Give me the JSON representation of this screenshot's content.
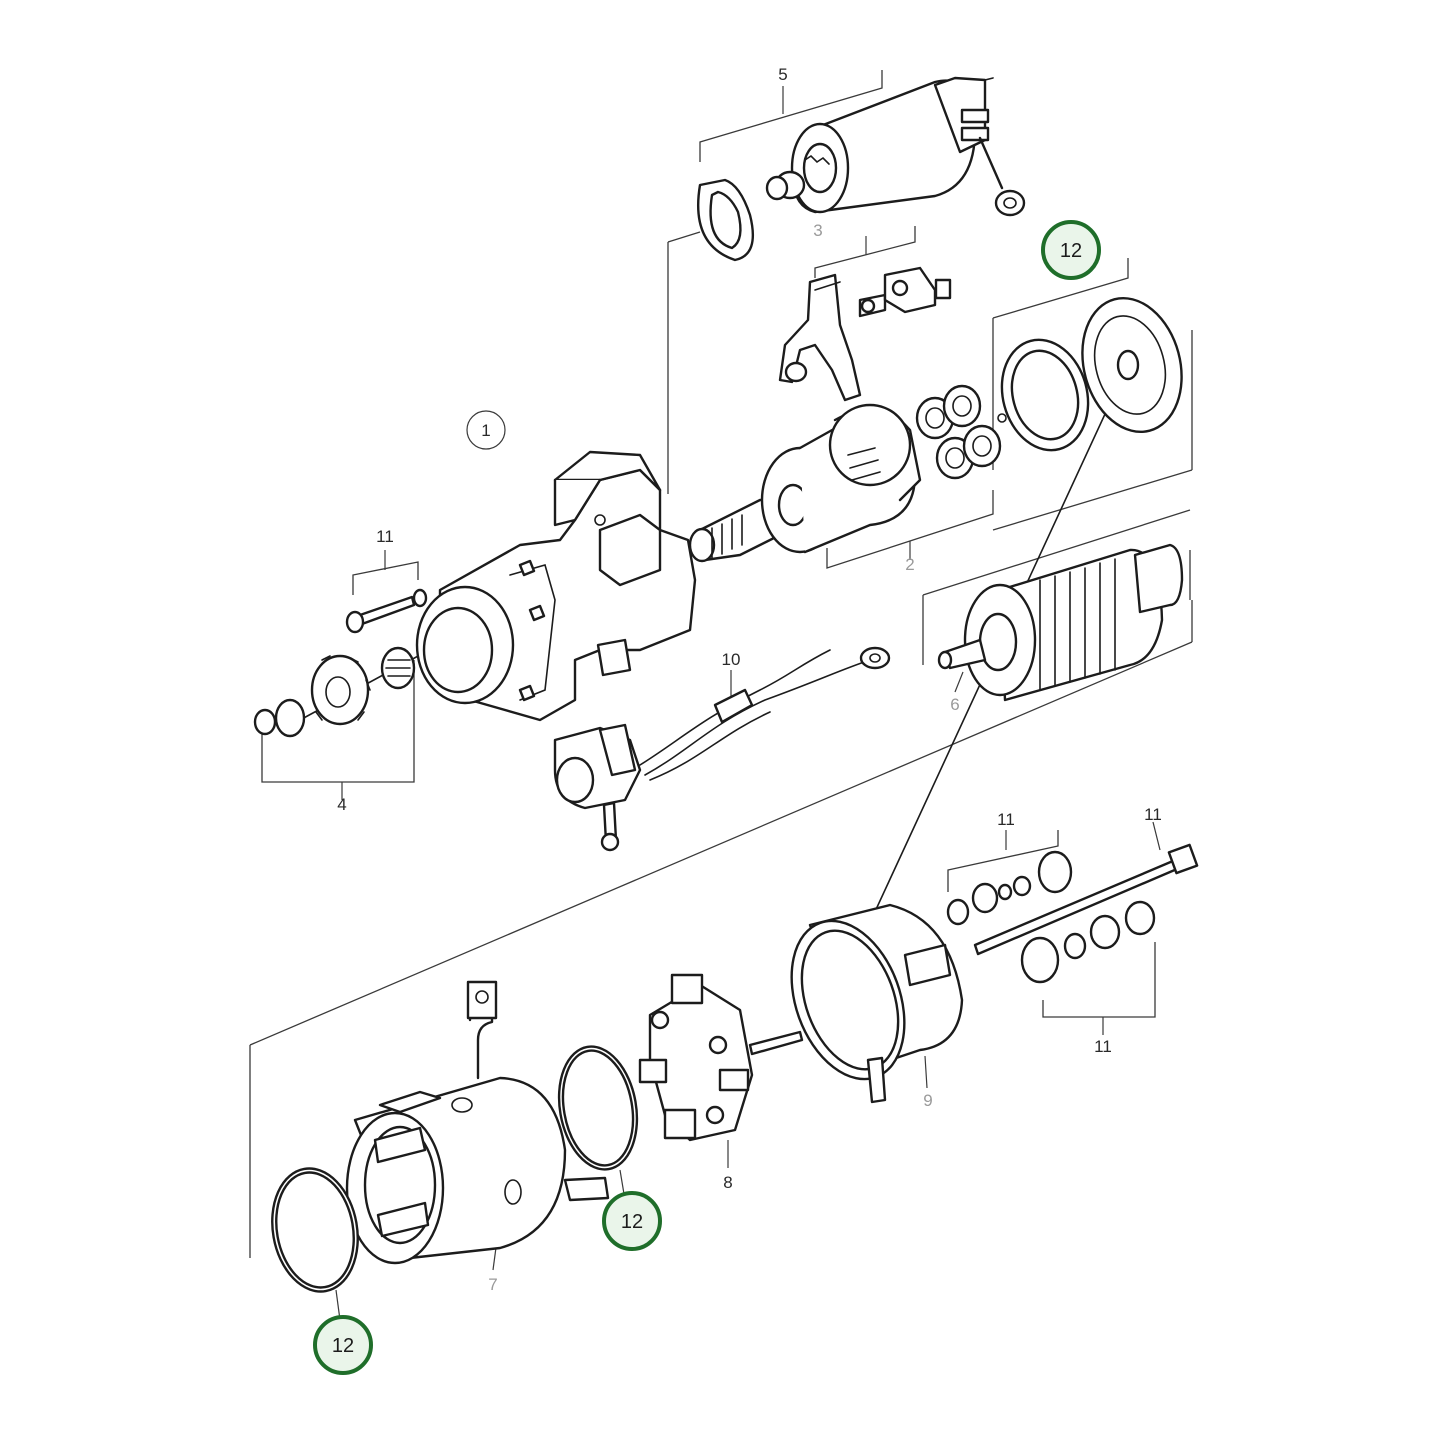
{
  "diagram": {
    "callouts": {
      "assembly": "1",
      "drive_shaft": "2",
      "lever": "3",
      "pinion_kit": "4",
      "solenoid": "5",
      "armature": "6",
      "field_frame": "7",
      "brush_holder": "8",
      "end_cover": "9",
      "wiring": "10",
      "fasteners_a": "11",
      "fasteners_b": "11",
      "fasteners_c": "11",
      "fasteners_d": "11"
    },
    "highlighted": {
      "top": "12",
      "middle": "12",
      "bottom": "12"
    },
    "colors": {
      "highlight_ring": "#1f6e2a",
      "highlight_fill": "#eaf5ea",
      "line": "#1c1c1c"
    }
  }
}
